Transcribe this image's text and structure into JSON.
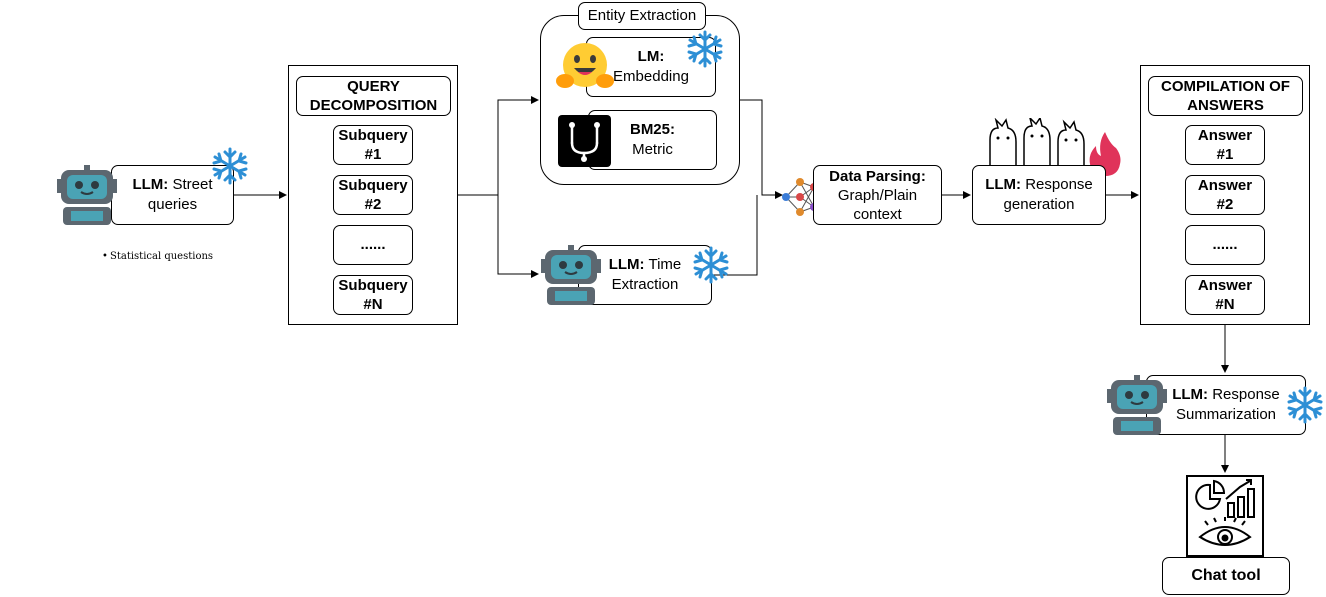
{
  "llm_street": {
    "bold": "LLM:",
    "rest": " Street",
    "line2": "queries"
  },
  "bullet_note": "Statistical questions",
  "query_decomposition": {
    "title_line1": "QUERY",
    "title_line2": "DECOMPOSITION",
    "items": [
      {
        "line1": "Subquery",
        "line2": "#1"
      },
      {
        "line1": "Subquery",
        "line2": "#2"
      },
      {
        "line1": "......",
        "line2": ""
      },
      {
        "line1": "Subquery",
        "line2": "#N"
      }
    ]
  },
  "entity_extraction": {
    "label": "Entity Extraction",
    "lm": {
      "bold": "LM:",
      "rest": "Embedding"
    },
    "bm25": {
      "bold": "BM25:",
      "rest": "Metric"
    }
  },
  "time_extraction": {
    "bold": "LLM:",
    "rest": " Time",
    "line2": "Extraction"
  },
  "data_parsing": {
    "bold": "Data Parsing:",
    "line2": "Graph/Plain",
    "line3": "context"
  },
  "response_generation": {
    "bold": "LLM:",
    "rest": " Response",
    "line2": "generation"
  },
  "compilation": {
    "title_line1": "COMPILATION OF",
    "title_line2": "ANSWERS",
    "items": [
      {
        "line1": "Answer",
        "line2": "#1"
      },
      {
        "line1": "Answer",
        "line2": "#2"
      },
      {
        "line1": "......",
        "line2": ""
      },
      {
        "line1": "Answer",
        "line2": "#N"
      }
    ]
  },
  "summarization": {
    "bold": "LLM:",
    "rest": " Response",
    "line2": "Summarization"
  },
  "chat_tool": {
    "label": "Chat tool"
  },
  "colors": {
    "robot_body": "#5c6770",
    "robot_face": "#4aa3b5",
    "snowflake": "#2d8fd5",
    "fire": "#e0335a",
    "hug_face": "#ffcc33"
  },
  "icons": [
    "robot-icon",
    "snowflake-icon",
    "hugging-face-icon",
    "bm25-logo-icon",
    "network-graph-icon",
    "llama-icon",
    "fire-icon",
    "dashboard-icon",
    "eye-icon"
  ]
}
